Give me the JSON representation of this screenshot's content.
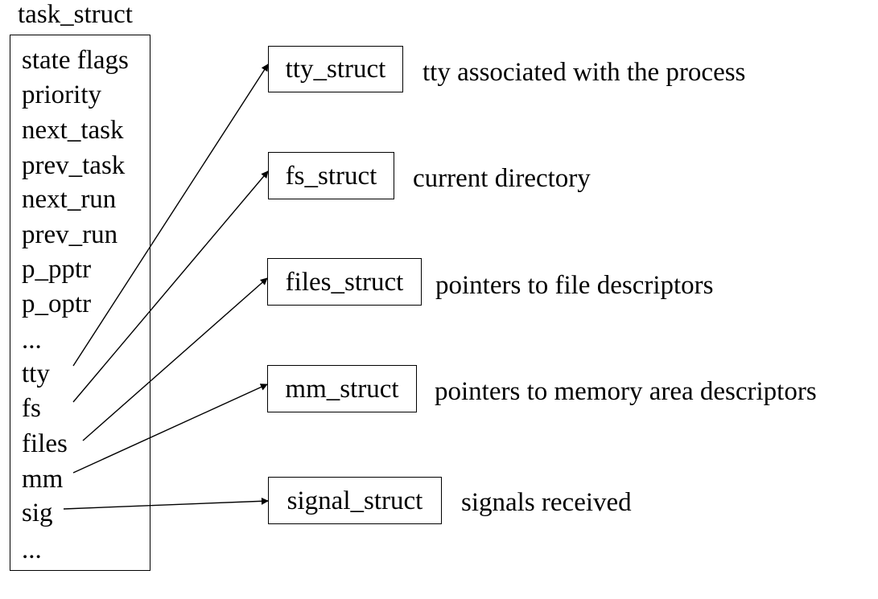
{
  "diagram": {
    "title": "task_struct",
    "fields": [
      "state flags",
      "priority",
      "next_task",
      "prev_task",
      "next_run",
      "prev_run",
      "p_pptr",
      "p_optr",
      "...",
      "tty",
      "fs",
      "files",
      "mm",
      "sig",
      "..."
    ],
    "structs": [
      {
        "name": "tty_struct",
        "description": "tty associated with the process"
      },
      {
        "name": "fs_struct",
        "description": "current directory"
      },
      {
        "name": "files_struct",
        "description": "pointers to file descriptors"
      },
      {
        "name": "mm_struct",
        "description": "pointers to memory area descriptors"
      },
      {
        "name": "signal_struct",
        "description": "signals received"
      }
    ],
    "links": [
      {
        "from": "tty",
        "to": "tty_struct"
      },
      {
        "from": "fs",
        "to": "fs_struct"
      },
      {
        "from": "files",
        "to": "files_struct"
      },
      {
        "from": "mm",
        "to": "mm_struct"
      },
      {
        "from": "sig",
        "to": "signal_struct"
      }
    ]
  }
}
